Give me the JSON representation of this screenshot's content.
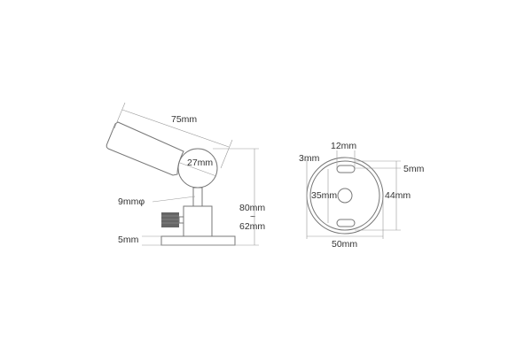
{
  "side_view": {
    "length": "75mm",
    "ball_diameter": "27mm",
    "stem_diameter": "9mmφ",
    "height_max": "80mm",
    "height_sep": "~",
    "height_min": "62mm",
    "base_thickness": "5mm"
  },
  "bottom_view": {
    "slot_width": "12mm",
    "rim": "3mm",
    "slot_height": "5mm",
    "hole_spacing": "35mm",
    "inner_diameter": "44mm",
    "outer_diameter": "50mm"
  }
}
